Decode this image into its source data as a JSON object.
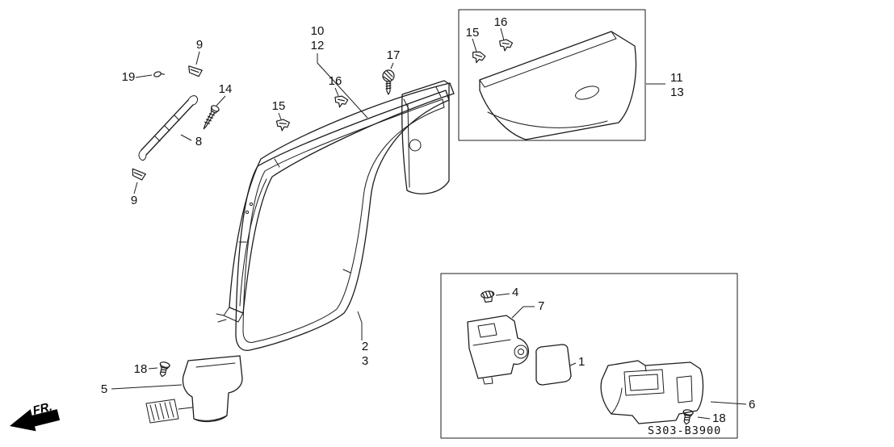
{
  "diagram": {
    "part_code": "S303-B3900",
    "fr_label": "FR."
  },
  "callouts": {
    "c1": "1",
    "c2": "2",
    "c3": "3",
    "c4": "4",
    "c5": "5",
    "c6": "6",
    "c7": "7",
    "c8": "8",
    "c9_top": "9",
    "c9_bottom": "9",
    "c10": "10",
    "c11": "11",
    "c12": "12",
    "c13": "13",
    "c14": "14",
    "c15_main": "15",
    "c15_box": "15",
    "c16_main": "16",
    "c16_box": "16",
    "c17": "17",
    "c18_left": "18",
    "c18_right": "18",
    "c19": "19"
  }
}
